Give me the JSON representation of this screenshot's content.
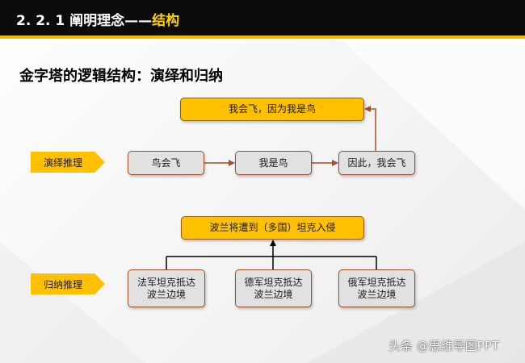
{
  "header": {
    "section_prefix": "2. 2. 1 阐明理念——",
    "section_highlight": "结构"
  },
  "subtitle": "金字塔的逻辑结构：演绎和归纳",
  "deduction": {
    "tag": "演绎推理",
    "conclusion": "我会飞，因为我是鸟",
    "steps": [
      "鸟会飞",
      "我是鸟",
      "因此，我会飞"
    ]
  },
  "induction": {
    "tag": "归纳推理",
    "conclusion": "波兰将遭到（多国）坦克入侵",
    "facts": [
      {
        "line1": "法军坦克抵达",
        "line2": "波兰边境"
      },
      {
        "line1": "德军坦克抵达",
        "line2": "波兰边境"
      },
      {
        "line1": "俄军坦克抵达",
        "line2": "波兰边境"
      }
    ]
  },
  "watermark": "头条 @思维导图PPT",
  "colors": {
    "accent_yellow": "#ffc000",
    "header_black": "#0c0c0c",
    "highlight_yellow": "#ffd200",
    "box_gray": "#e1e1e1",
    "connector_brown": "#a0522d"
  }
}
